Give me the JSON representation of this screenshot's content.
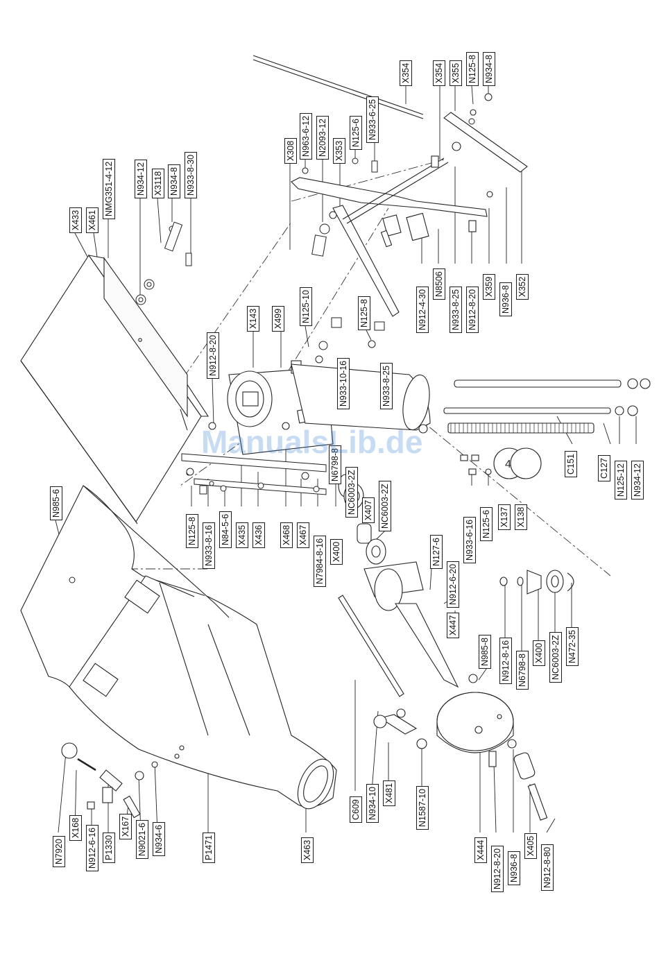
{
  "watermark": "ManualsLib.de",
  "labels": [
    "X433",
    "X461",
    "NMG351-4-12",
    "N934-12",
    "X3118",
    "N934-8",
    "N933-8-30",
    "X308",
    "N963-6-12",
    "N2093-12",
    "X353",
    "N125-6",
    "N933-6-25",
    "X354",
    "X354",
    "X355",
    "N125-8",
    "N934-8",
    "X143",
    "X499",
    "N125-10",
    "N125-8",
    "N912-8-20",
    "N933-10-16",
    "N933-8-25",
    "N912-4-30",
    "N8506",
    "N933-8-25",
    "N912-8-20",
    "X359",
    "N936-8",
    "X352",
    "N985-6",
    "N125-8",
    "N933-8-16",
    "N84-5-6",
    "X435",
    "X436",
    "X468",
    "X467",
    "N7984-8-16",
    "X400",
    "N6798-8",
    "NC6003-2Z",
    "X407",
    "NC6003-2Z",
    "N127-6",
    "N912-6-20",
    "N933-6-16",
    "N125-6",
    "X137",
    "X138",
    "C151",
    "C127",
    "N125-12",
    "N934-12",
    "X447",
    "N912-8-16",
    "N6798-8",
    "X400",
    "NC6003-2Z",
    "N472-35",
    "N985-8",
    "N7920",
    "X168",
    "N912-6-16",
    "P1330",
    "X167",
    "N9021-6",
    "N934-6",
    "P1471",
    "X463",
    "C609",
    "N934-10",
    "X481",
    "N1587-10",
    "X444",
    "N912-8-20",
    "N936-8",
    "X405",
    "N912-8-80"
  ]
}
